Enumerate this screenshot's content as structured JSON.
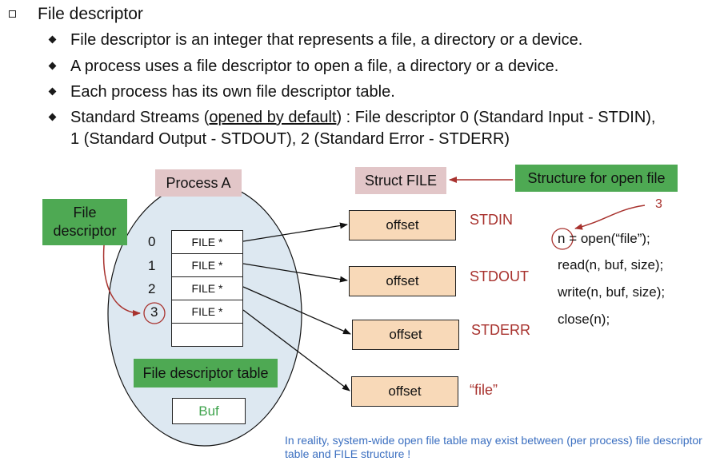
{
  "heading": "File descriptor",
  "bullets": [
    "File descriptor is an integer that represents a file, a directory or a device.",
    "A process uses a file descriptor to open a file, a directory or a device.",
    "Each process has its own file descriptor table."
  ],
  "bullet4": {
    "pre": "Standard Streams (",
    "underlined": "opened by default",
    "post": ") : File descriptor 0 (Standard Input - STDIN),",
    "line2": "1 (Standard Output - STDOUT), 2 (Standard Error - STDERR)"
  },
  "diagram": {
    "process_label": "Process A",
    "fd_callout": [
      "File",
      "descriptor"
    ],
    "fd_numbers": [
      "0",
      "1",
      "2",
      "3"
    ],
    "fd_entries": [
      "FILE *",
      "FILE *",
      "FILE *",
      "FILE *"
    ],
    "fd_table_label": "File descriptor table",
    "buf_label": "Buf",
    "struct_file_label": "Struct FILE",
    "structure_callout": "Structure for open file",
    "offset_label": "offset",
    "streams": [
      "STDIN",
      "STDOUT",
      "STDERR",
      "“file”"
    ],
    "return_value": "3",
    "code": {
      "open_n": "n",
      "open_rest": " = open(“file”);",
      "read": "read(n, buf, size);",
      "write": "write(n, buf, size);",
      "close": "close(n);"
    },
    "note": "In reality, system-wide open file table may exist between (per process) file descriptor table and FILE structure !",
    "colors": {
      "green": "#4ea953",
      "pink": "#e2c6c8",
      "peach": "#f8d9b8",
      "ellipse": "#dde8f1",
      "red": "#a8322e",
      "blue_note": "#3b6fc0"
    }
  }
}
